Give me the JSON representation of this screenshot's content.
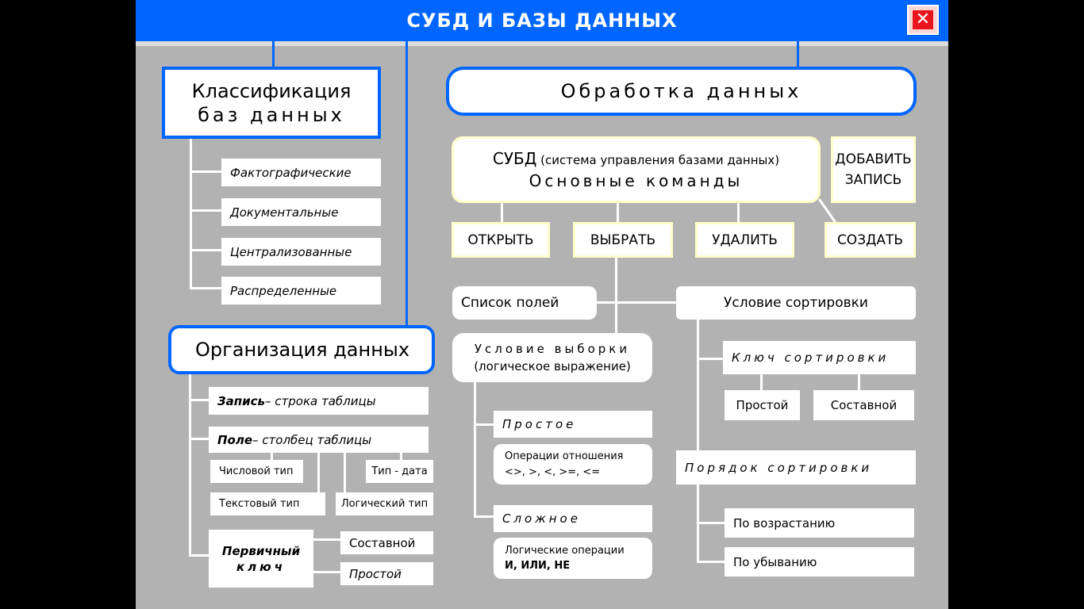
{
  "title": "СУБД  И  БАЗЫ ДАННЫХ",
  "close_icon": "close-icon",
  "classification": {
    "heading_line1": "Классификация",
    "heading_line2": "баз   данных",
    "items": [
      "Фактографические",
      "Документальные",
      "Централизованные",
      "Распределенные"
    ]
  },
  "organization": {
    "heading": "Организация  данных",
    "record_bold": "Запись",
    "record_rest": " – строка  таблицы",
    "field_bold": "Поле",
    "field_rest": " – столбец  таблицы",
    "types": {
      "numeric": "Числовой  тип",
      "date": "Тип - дата",
      "text": "Текстовый  тип",
      "logical": "Логический  тип"
    },
    "primary_key_line1": "Первичный",
    "primary_key_line2": "ключ",
    "key_composite": "Составной",
    "key_simple": "Простой"
  },
  "processing": {
    "heading": "Обработка   данных",
    "dbms_line1_bold": "СУБД",
    "dbms_line1_rest": "(система управления базами данных)",
    "dbms_line2": "Основные   команды",
    "add_record_line1": "ДОБАВИТЬ",
    "add_record_line2": "ЗАПИСЬ",
    "commands": [
      "ОТКРЫТЬ",
      "ВЫБРАТЬ",
      "УДАЛИТЬ",
      "СОЗДАТЬ"
    ],
    "field_list": "Список  полей",
    "sort_condition": "Условие  сортировки",
    "select_condition_line1": "Условие  выборки",
    "select_condition_line2": "(логическое выражение)",
    "sort_key": "Ключ   сортировки",
    "sort_key_simple": "Простой",
    "sort_key_composite": "Составной",
    "simple": "Простое",
    "relations_line1": "Операции  отношения",
    "relations_line2": "<>, >,  <,  >=,  <=",
    "sort_order": "Порядок   сортировки",
    "ascending": "По  возрастанию",
    "descending": "По  убыванию",
    "complex": "Сложное",
    "logical_ops_line1": "Логические  операции",
    "logical_ops_line2": "И,  ИЛИ,  НЕ"
  }
}
